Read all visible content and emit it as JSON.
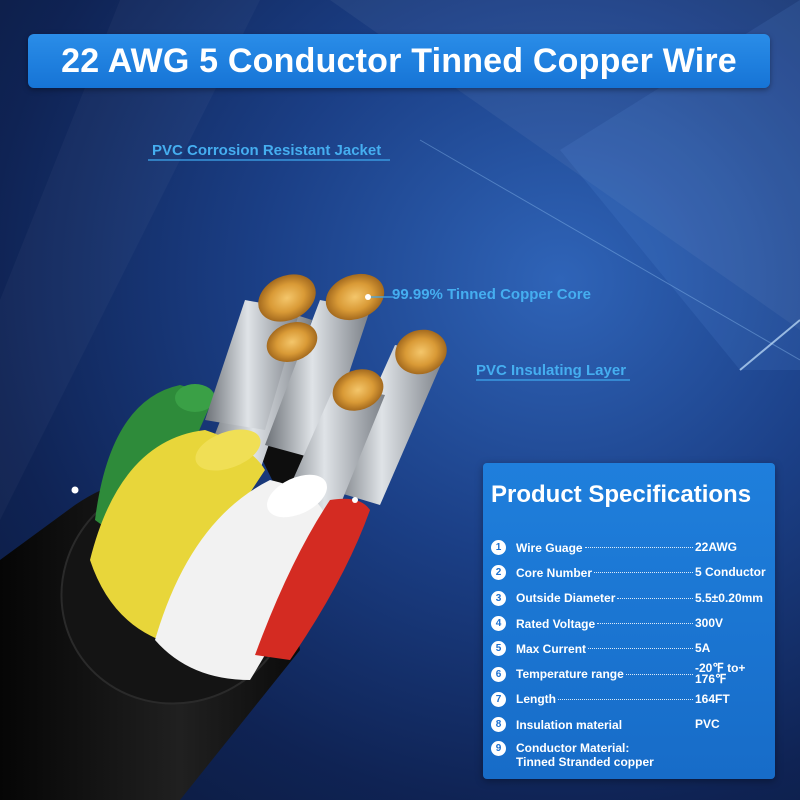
{
  "title": "22 AWG 5 Conductor Tinned Copper Wire",
  "callouts": {
    "jacket": "PVC Corrosion Resistant Jacket",
    "core": "99.99% Tinned Copper Core",
    "insulation": "PVC Insulating Layer"
  },
  "specs": {
    "heading": "Product Specifications",
    "items": [
      {
        "num": "1",
        "label": "Wire Guage",
        "value": "22AWG"
      },
      {
        "num": "2",
        "label": "Core Number",
        "value": "5 Conductor"
      },
      {
        "num": "3",
        "label": "Outside Diameter",
        "value": "5.5±0.20mm"
      },
      {
        "num": "4",
        "label": "Rated Voltage",
        "value": "300V"
      },
      {
        "num": "5",
        "label": "Max Current",
        "value": "5A"
      },
      {
        "num": "6",
        "label": "Temperature range",
        "value": "-20℉ to+ 176℉"
      },
      {
        "num": "7",
        "label": "Length",
        "value": "164FT"
      },
      {
        "num": "8",
        "label": "Insulation material",
        "value": "PVC"
      },
      {
        "num": "9",
        "label": "Conductor Material: Tinned Stranded copper",
        "value": ""
      }
    ]
  },
  "colors": {
    "banner": "#1674d6",
    "panel": "#1a72d0",
    "callout_text": "#45aef0",
    "wire_colors": [
      "#2e8b3a",
      "#e8d63a",
      "#f2f2f2",
      "#d42b22",
      "#111111"
    ]
  }
}
